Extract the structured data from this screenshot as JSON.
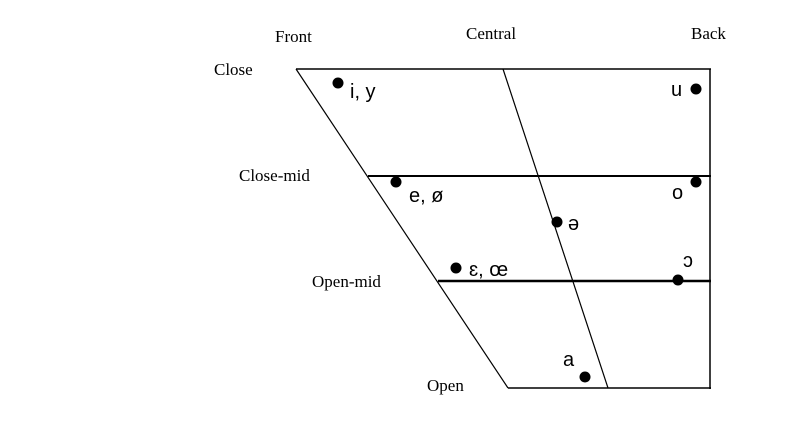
{
  "columns": {
    "front": "Front",
    "central": "Central",
    "back": "Back"
  },
  "rows": {
    "close": "Close",
    "close_mid": "Close-mid",
    "open_mid": "Open-mid",
    "open": "Open"
  },
  "vowels": {
    "close_front": "i, y",
    "close_back": "u",
    "close_mid_front": "e, ø",
    "close_mid_back": "o",
    "mid_central": "ə",
    "open_mid_front": "ɛ, œ",
    "open_mid_back": "ɔ",
    "open_central": "a"
  }
}
